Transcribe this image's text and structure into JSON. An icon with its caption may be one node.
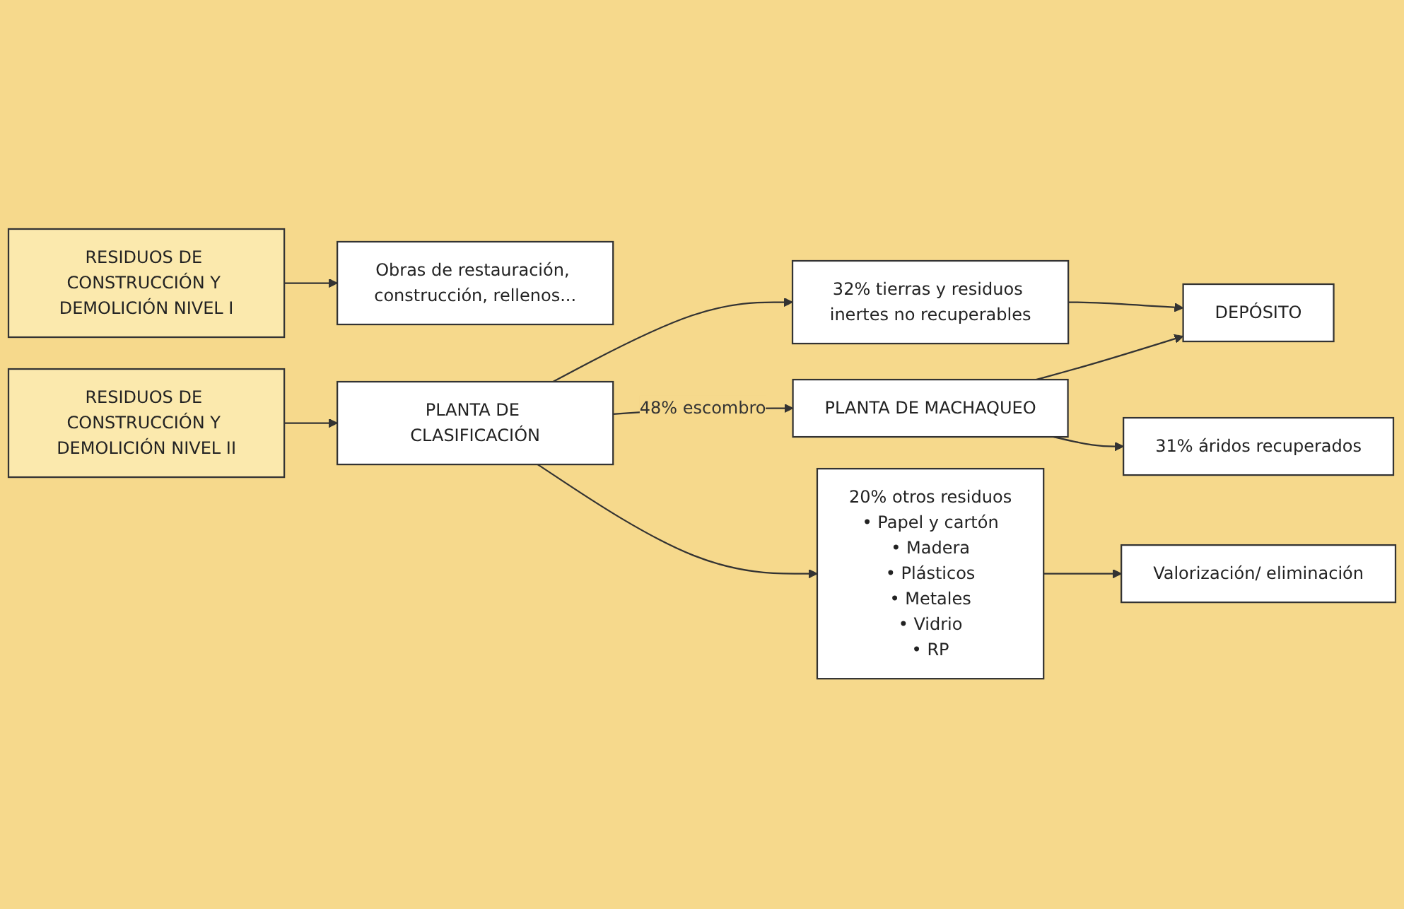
{
  "diagram": {
    "nodes": [
      {
        "text": [
          "RESIDUOS DE CONSTRUCCIÓN Y DEMOLICIÓN NIVEL I"
        ]
      },
      {
        "text": [
          "Obras de restauración, construcción, rellenos..."
        ]
      },
      {
        "text": [
          "32% tierras y residuos inertes no recuperables"
        ]
      },
      {
        "text": [
          "DEPÓSITO"
        ]
      },
      {
        "text": [
          "RESIDUOS DE CONSTRUCCIÓN Y DEMOLICIÓN NIVEL II"
        ]
      },
      {
        "text": [
          "PLANTA DE CLASIFICACIÓN"
        ]
      },
      {
        "text": [
          "PLANTA DE MACHAQUEO"
        ]
      },
      {
        "text": [
          "20% otros residuos",
          "• Papel y cartón",
          "• Madera",
          "• Plásticos",
          "• Metales",
          "• Vidrio",
          "• RP"
        ]
      },
      {
        "text": [
          "Valorización/ eliminación"
        ]
      },
      {
        "text": [
          "31% áridos recuperados"
        ]
      }
    ],
    "edges": [
      {
        "from": 0,
        "to": 1,
        "arrow": "to"
      },
      {
        "from": 2,
        "to": 3,
        "arrow": "to"
      },
      {
        "from": 6,
        "to": 3,
        "arrow": "to"
      },
      {
        "from": 4,
        "to": 5,
        "arrow": "to"
      },
      {
        "from": 5,
        "to": 2,
        "arrow": "to"
      },
      {
        "from": 5,
        "to": 6,
        "label": "48% escombro",
        "arrow": "to"
      },
      {
        "from": 5,
        "to": 7,
        "arrow": "to"
      },
      {
        "from": 6,
        "to": 9,
        "arrow": "to"
      },
      {
        "from": 7,
        "to": 8,
        "arrow": "to"
      }
    ]
  }
}
